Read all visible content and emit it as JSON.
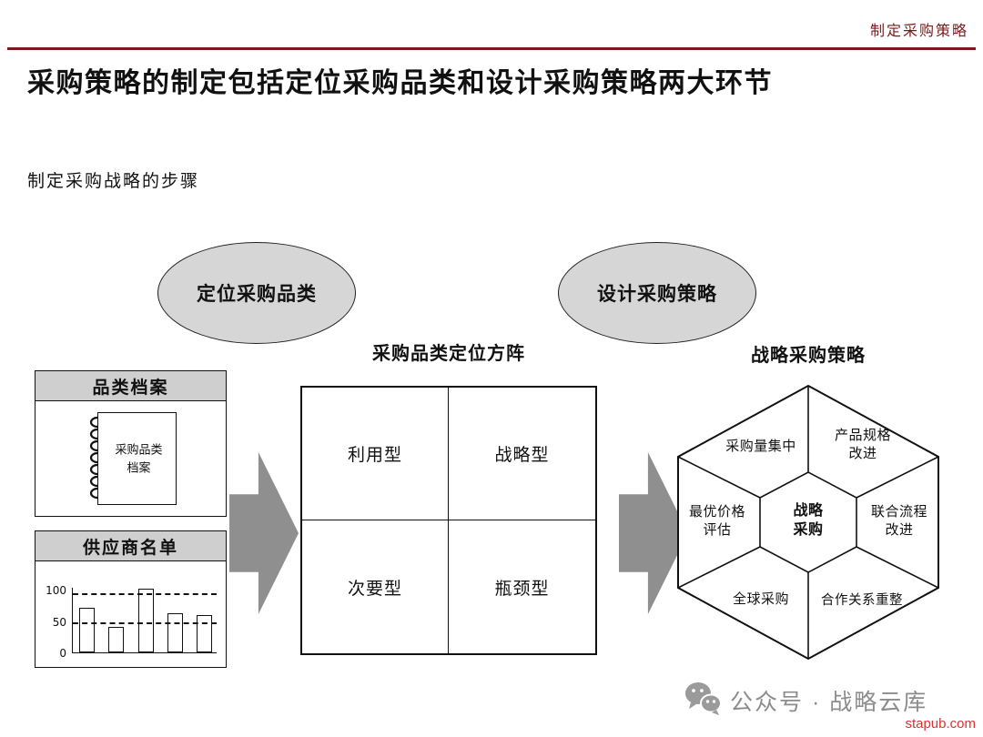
{
  "header": {
    "corner_label": "制定采购策略"
  },
  "title": "采购策略的制定包括定位采购品类和设计采购策略两大环节",
  "subtitle": "制定采购战略的步骤",
  "stage_left": {
    "label": "定位采购品类"
  },
  "stage_right": {
    "label": "设计采购策略"
  },
  "left_panel": {
    "category_box": {
      "header": "品类档案",
      "doc_line1": "采购品类",
      "doc_line2": "档案"
    },
    "supplier_box": {
      "header": "供应商名单"
    }
  },
  "supplier_chart": {
    "type": "bar",
    "values": [
      70,
      40,
      100,
      62,
      58
    ],
    "yticks": [
      "100",
      "50",
      "0"
    ],
    "dashed_levels": [
      90,
      45
    ],
    "ylim": [
      0,
      100
    ]
  },
  "matrix": {
    "title": "采购品类定位方阵",
    "cells": {
      "top_left": "利用型",
      "top_right": "战略型",
      "bottom_left": "次要型",
      "bottom_right": "瓶颈型"
    }
  },
  "hexagon": {
    "title": "战略采购策略",
    "center": {
      "line1": "战略",
      "line2": "采购"
    },
    "cells": {
      "top_left": "采购量集中",
      "top_right_l1": "产品规格",
      "top_right_l2": "改进",
      "left_l1": "最优价格",
      "left_l2": "评估",
      "right_l1": "联合流程",
      "right_l2": "改进",
      "bottom_left": "全球采购",
      "bottom_right": "合作关系重整"
    }
  },
  "footer": {
    "account_label": "公众号 · 战略云库",
    "watermark": "stapub.com"
  },
  "colors": {
    "accent_red": "#7a1a1a",
    "shape_gray": "#d6d6d6",
    "arrow_gray": "#8f8f8f",
    "watermark_red": "#e03131"
  }
}
